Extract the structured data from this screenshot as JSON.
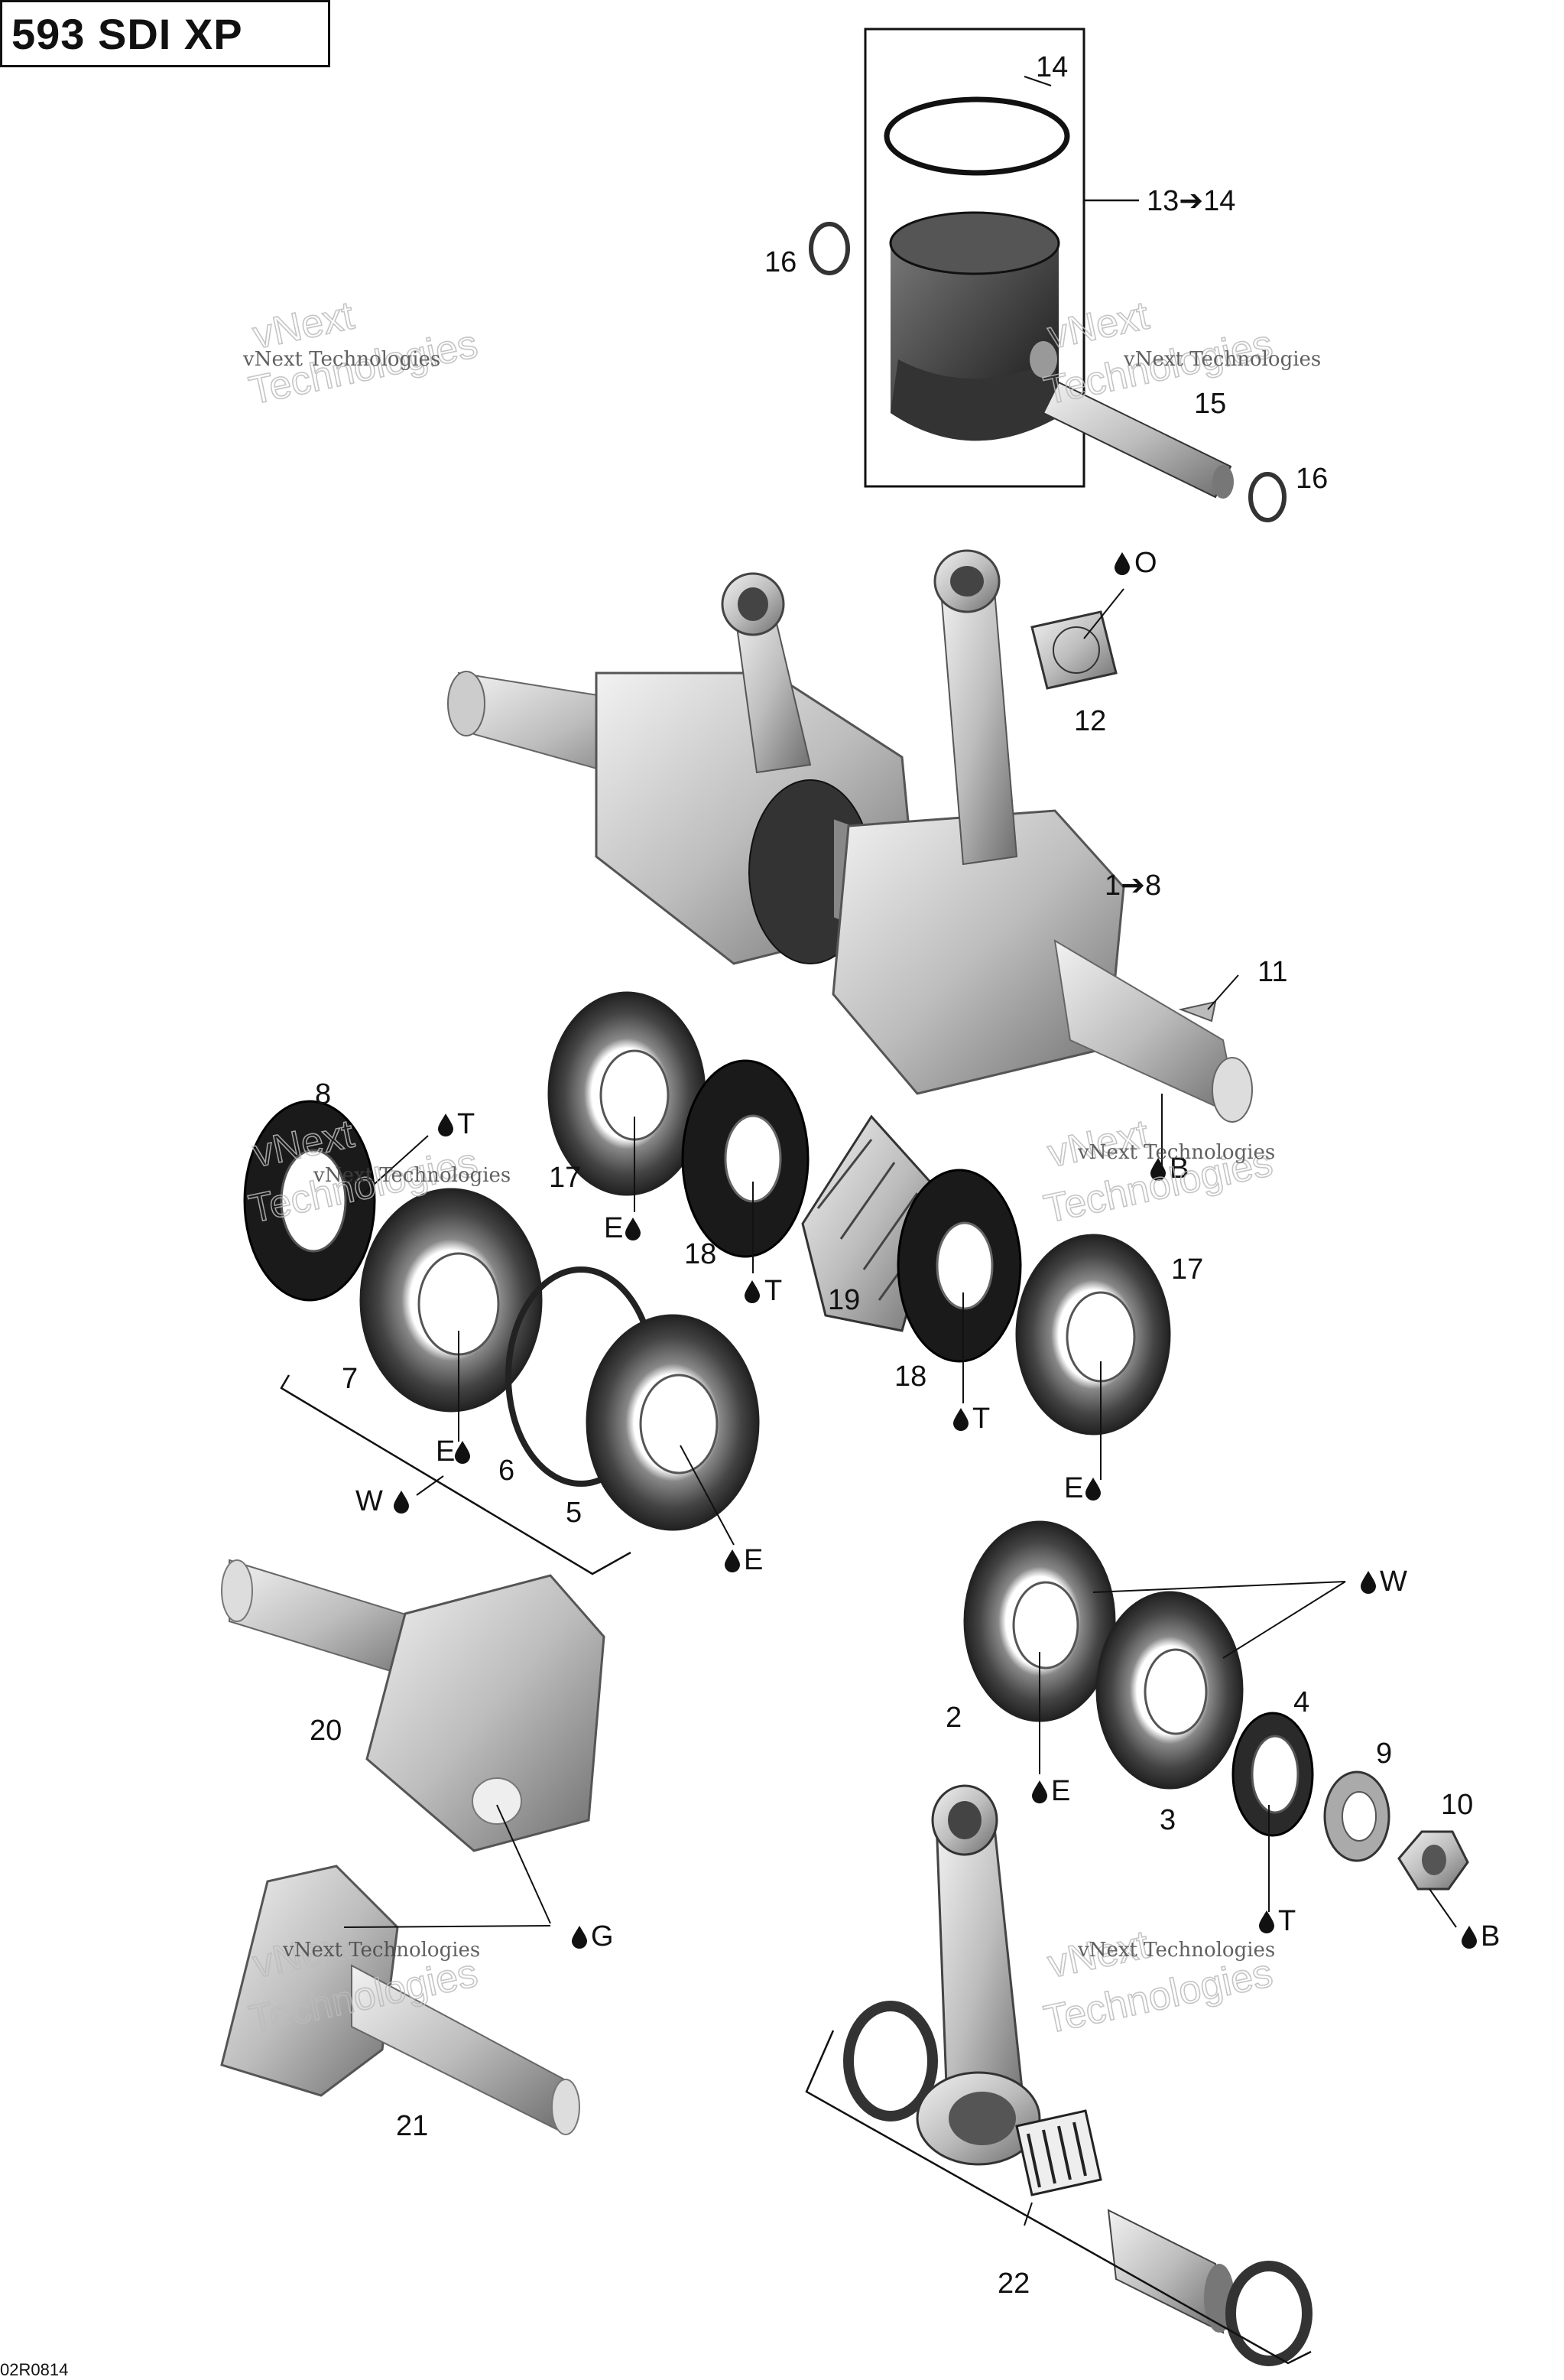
{
  "title": "593 SDI XP",
  "footer_code": "02R0814",
  "watermark": {
    "line1": "vNext Technologies",
    "line2": "vNext",
    "line3": "Technologies"
  },
  "labels": {
    "p14": "14",
    "p13_14": "13➔14",
    "p16a": "16",
    "p15": "15",
    "p16b": "16",
    "oil_o": "O",
    "p12": "12",
    "p1_8": "1➔8",
    "p11": "11",
    "p8": "8",
    "t_a": "T",
    "p17a": "17",
    "b_a": "B",
    "e_a": "E",
    "p18a": "18",
    "t_b": "T",
    "p19": "19",
    "p17b": "17",
    "p7": "7",
    "p18b": "18",
    "t_c": "T",
    "e_b": "E",
    "p6": "6",
    "e_c": "E",
    "w_a": "W",
    "p5": "5",
    "e_d": "E",
    "w_b": "W",
    "p4": "4",
    "p2": "2",
    "p9": "9",
    "p10": "10",
    "p20": "20",
    "e_e": "E",
    "p3": "3",
    "g": "G",
    "t_d": "T",
    "b_b": "B",
    "p21": "21",
    "p22": "22"
  }
}
